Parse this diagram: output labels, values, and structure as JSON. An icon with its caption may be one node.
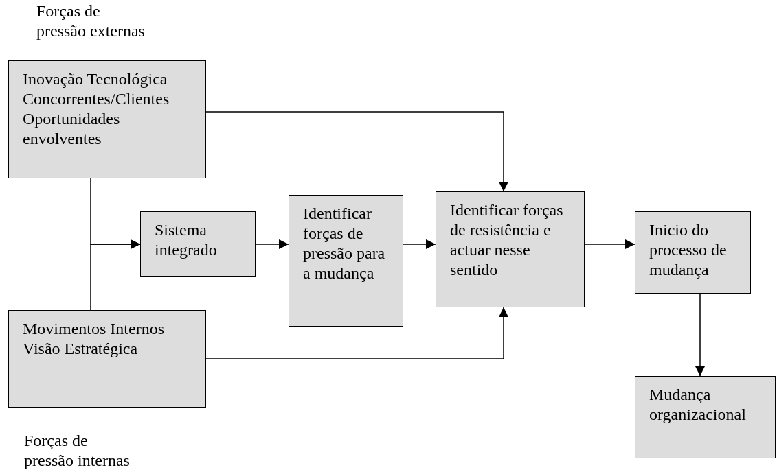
{
  "diagram": {
    "nodes": [
      {
        "text": [
          "Inovação Tecnológica",
          "Concorrentes/Clientes",
          "Oportunidades envolventes"
        ]
      },
      {
        "text": [
          "Sistema integrado"
        ]
      },
      {
        "text": [
          "Identificar forças de pressão para a mudança"
        ]
      },
      {
        "text": [
          "Identificar forças de resistência e actuar nesse sentido"
        ]
      },
      {
        "text": [
          "Inicio do processo de mudança"
        ]
      },
      {
        "text": [
          "Movimentos Internos",
          "Visão Estratégica"
        ]
      },
      {
        "text": [
          "Mudança organizacional"
        ]
      }
    ],
    "edges": [
      {
        "from": 0,
        "to": 1,
        "arrow": "to"
      },
      {
        "from": 5,
        "to": 1,
        "arrow": "to"
      },
      {
        "from": 0,
        "to": 3,
        "arrow": "to"
      },
      {
        "from": 1,
        "to": 2,
        "arrow": "to"
      },
      {
        "from": 2,
        "to": 3,
        "arrow": "to"
      },
      {
        "from": 5,
        "to": 3,
        "arrow": "to"
      },
      {
        "from": 3,
        "to": 4,
        "arrow": "to"
      },
      {
        "from": 4,
        "to": 6,
        "arrow": "to"
      }
    ],
    "labels": [
      "Forças de pressão externas",
      "Forças de pressão internas"
    ]
  }
}
